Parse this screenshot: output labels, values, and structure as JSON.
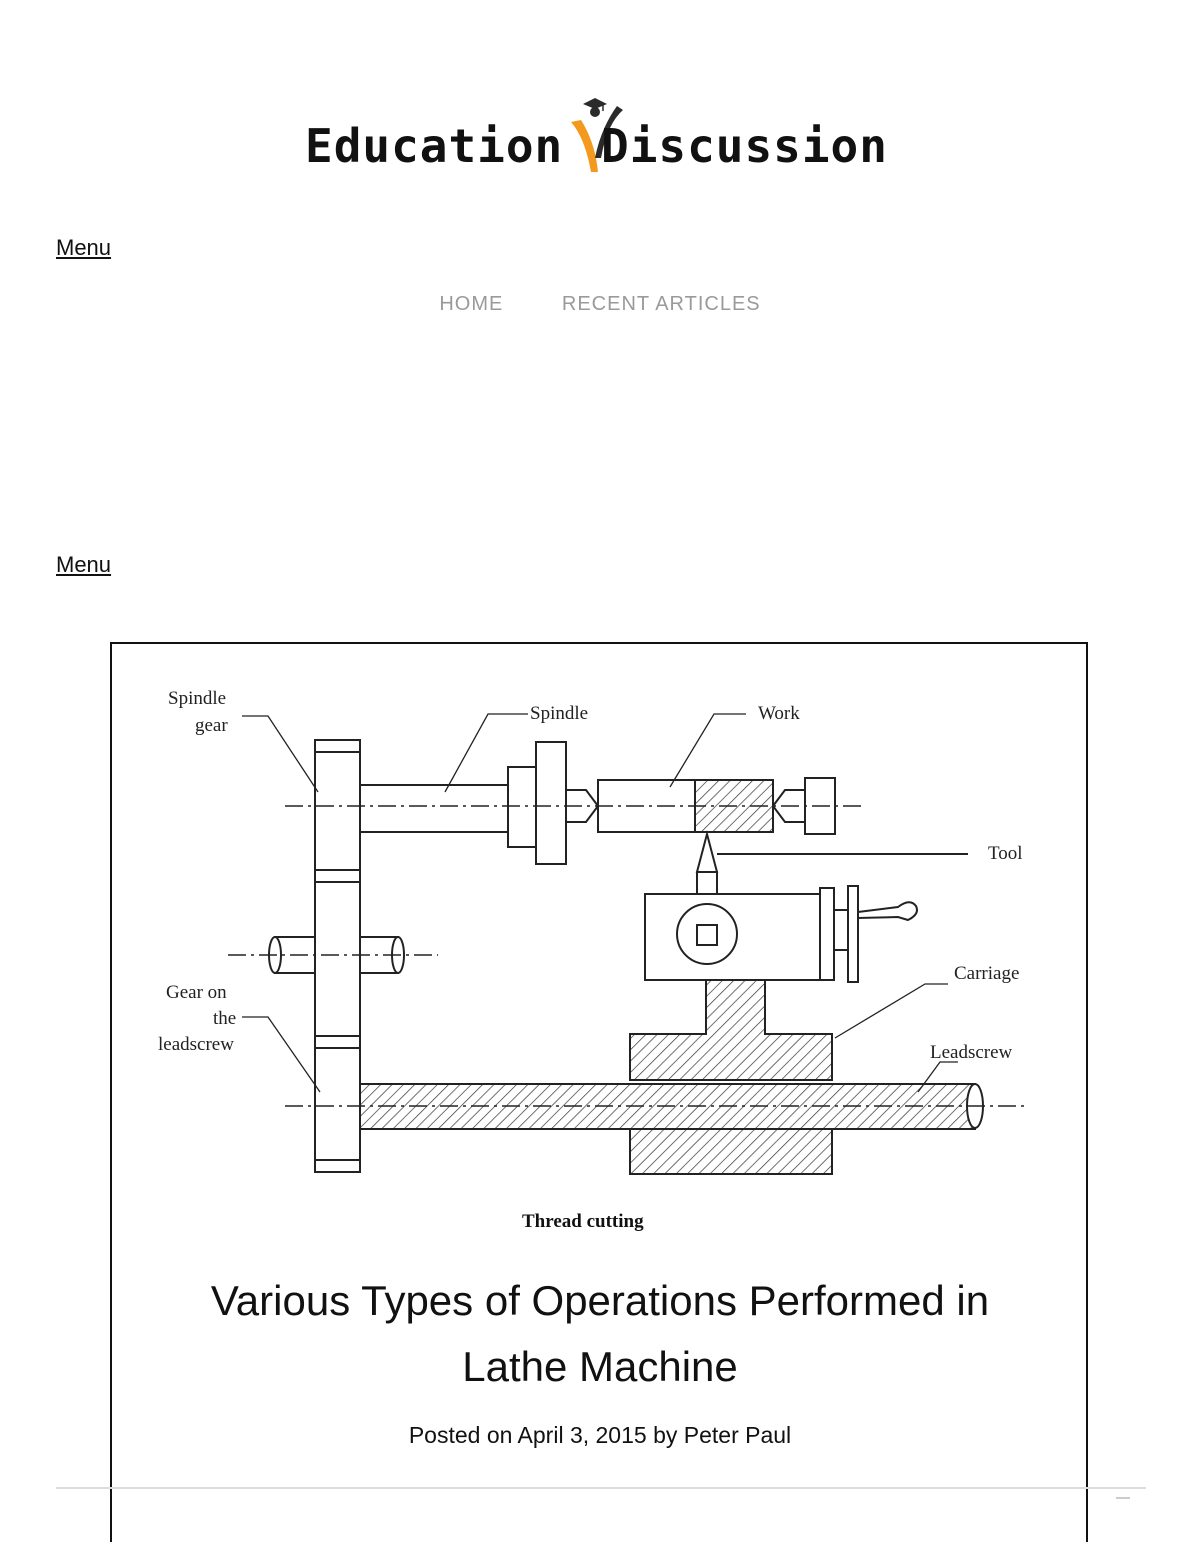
{
  "site": {
    "logo_left": "Education",
    "logo_right": "Discussion",
    "accent_color": "#f39a1e",
    "dark_color": "#2b2b2b"
  },
  "menu_toggle_1": "Menu",
  "menu_toggle_2": "Menu",
  "nav": {
    "items": [
      {
        "label": "HOME"
      },
      {
        "label": "RECENT ARTICLES"
      }
    ]
  },
  "figure": {
    "labels": {
      "spindle_gear_1": "Spindle",
      "spindle_gear_2": "gear",
      "spindle": "Spindle",
      "work": "Work",
      "tool": "Tool",
      "gear_on_1": "Gear on",
      "gear_on_2": "the",
      "gear_on_3": "leadscrew",
      "carriage": "Carriage",
      "leadscrew": "Leadscrew"
    },
    "caption": "Thread cutting"
  },
  "post": {
    "title": "Various Types of Operations Performed in Lathe Machine",
    "posted_on": "Posted on",
    "date": "April 3, 2015",
    "by": "by",
    "author": "Peter Paul"
  }
}
